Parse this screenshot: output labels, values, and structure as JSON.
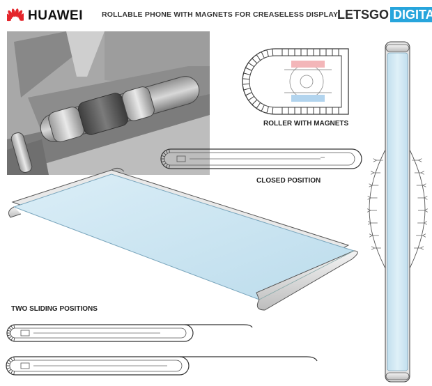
{
  "header": {
    "brand": "HUAWEI",
    "headline": "ROLLABLE PHONE WITH MAGNETS FOR CREASELESS DISPLAY",
    "logo_part1": "LETSGO",
    "logo_part2": "DIGITAL",
    "brand_color": "#e4252b",
    "logo_accent": "#27a5dc"
  },
  "captions": {
    "roller": "ROLLER WITH MAGNETS",
    "closed": "CLOSED POSITION",
    "sliding": "TWO SLIDING POSITIONS"
  },
  "colors": {
    "screen": "#cfe6f2",
    "screen_edge": "#a9cfe2",
    "magnet_top": "#f3b6b9",
    "magnet_bottom": "#b2d4ee",
    "hinge_dark": "#5a5a5a",
    "hinge_mid": "#9a9a9a",
    "outline": "#3a3a3a"
  }
}
